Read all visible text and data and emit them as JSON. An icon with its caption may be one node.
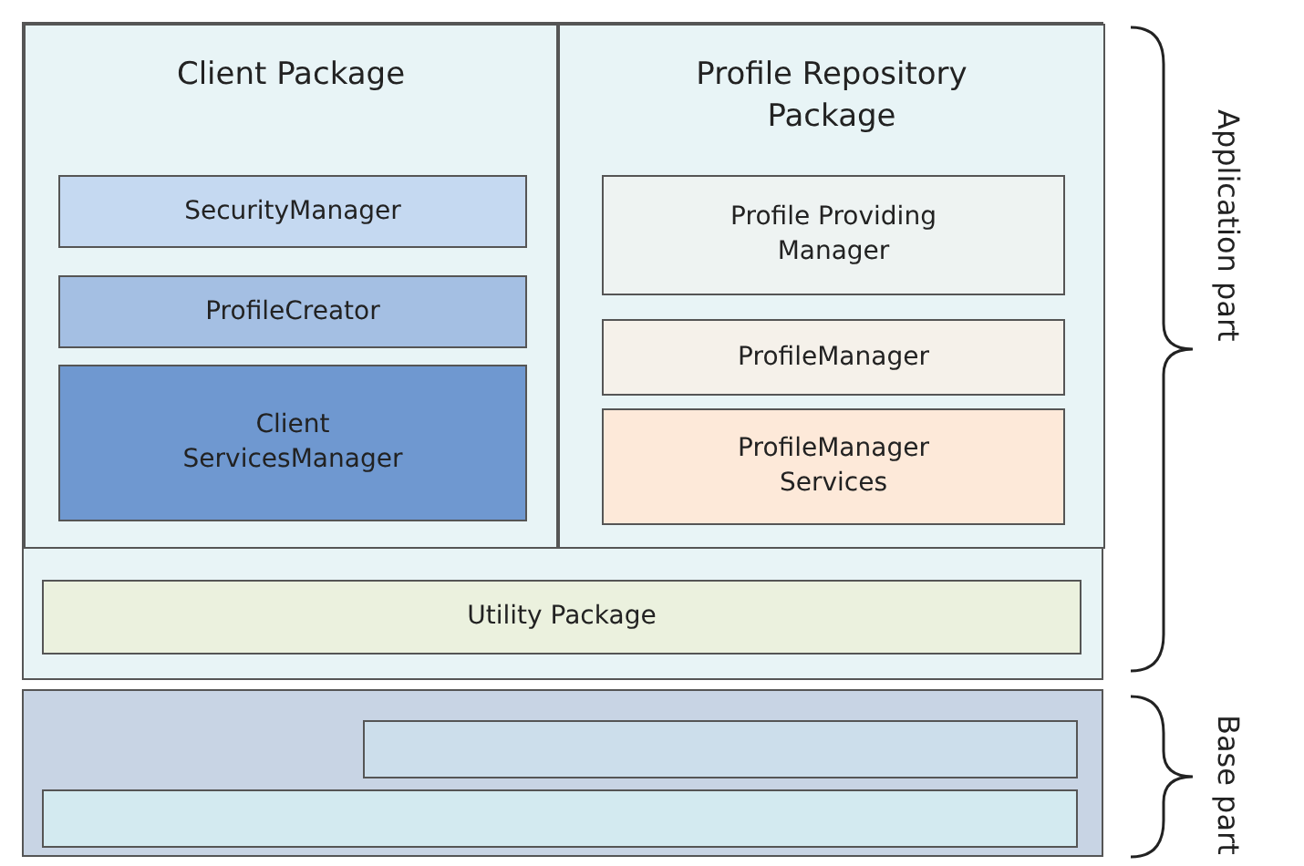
{
  "diagram": {
    "nodes": [
      {
        "text": [],
        "shape": "box"
      },
      {
        "text": [
          "Client Package"
        ],
        "in": 0
      },
      {
        "text": [
          "SecurityManager"
        ],
        "in": 1
      },
      {
        "text": [
          "ProfileCreator"
        ],
        "in": 1
      },
      {
        "text": [
          "Client ServicesManager"
        ],
        "in": 1
      },
      {
        "text": [
          "Profile Repository Package"
        ],
        "in": 0
      },
      {
        "text": [
          "Profile Providing Manager"
        ],
        "in": 5
      },
      {
        "text": [
          "ProfileManager"
        ],
        "in": 5
      },
      {
        "text": [
          "ProfileManager Services"
        ],
        "in": 5
      },
      {
        "text": [
          "Utility Package"
        ],
        "in": 0
      },
      {
        "text": [],
        "shape": "box"
      },
      {
        "text": [],
        "shape": "box",
        "in": 10
      },
      {
        "text": [],
        "shape": "box",
        "in": 10
      }
    ],
    "edges": [],
    "labels": [
      "Application part",
      "Base part"
    ]
  }
}
